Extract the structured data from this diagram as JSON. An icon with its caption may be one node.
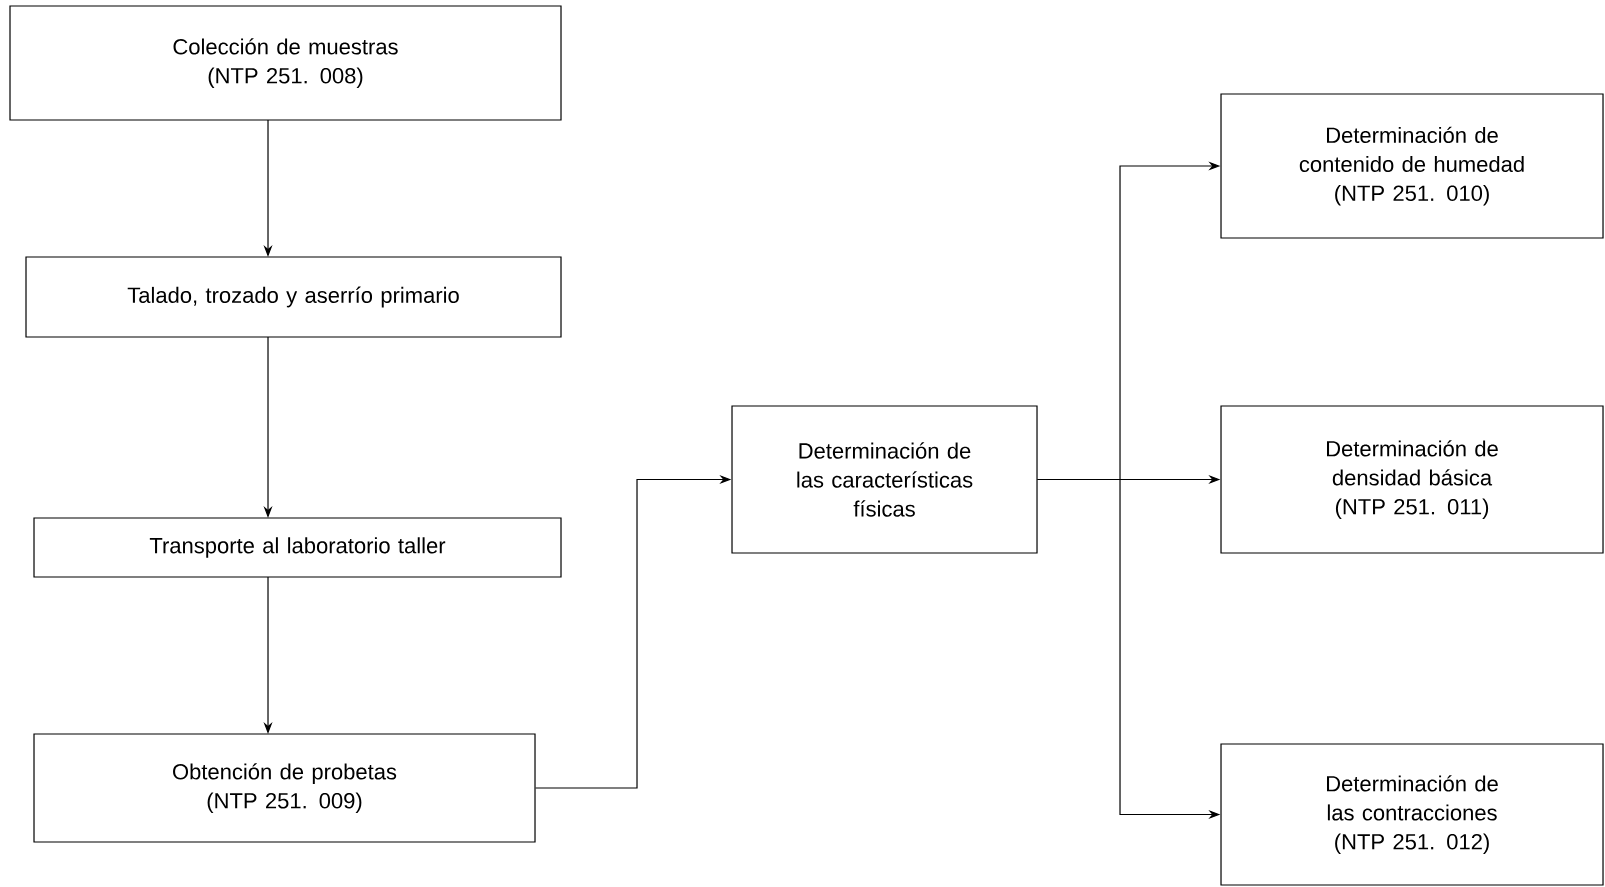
{
  "diagram": {
    "nodes": [
      {
        "text": [
          "Colección de muestras",
          "(NTP 251. 008)"
        ]
      },
      {
        "text": [
          "Talado, trozado y aserrío primario"
        ]
      },
      {
        "text": [
          "Transporte al laboratorio taller"
        ]
      },
      {
        "text": [
          "Obtención de probetas",
          "(NTP 251. 009)"
        ]
      },
      {
        "text": [
          "Determinación de las características físicas"
        ]
      },
      {
        "text": [
          "Determinación de contenido de humedad",
          "(NTP 251. 010)"
        ]
      },
      {
        "text": [
          "Determinación de densidad básica",
          "(NTP 251. 011)"
        ]
      },
      {
        "text": [
          "Determinación de las contracciones",
          "(NTP 251. 012)"
        ]
      }
    ],
    "edges": [
      {
        "from": 0,
        "to": 1,
        "arrow": "to"
      },
      {
        "from": 1,
        "to": 2,
        "arrow": "to"
      },
      {
        "from": 2,
        "to": 3,
        "arrow": "to"
      },
      {
        "from": 3,
        "to": 4,
        "arrow": "to"
      },
      {
        "from": 4,
        "to": 5,
        "arrow": "to"
      },
      {
        "from": 4,
        "to": 6,
        "arrow": "to"
      },
      {
        "from": 4,
        "to": 7,
        "arrow": "to"
      }
    ]
  }
}
